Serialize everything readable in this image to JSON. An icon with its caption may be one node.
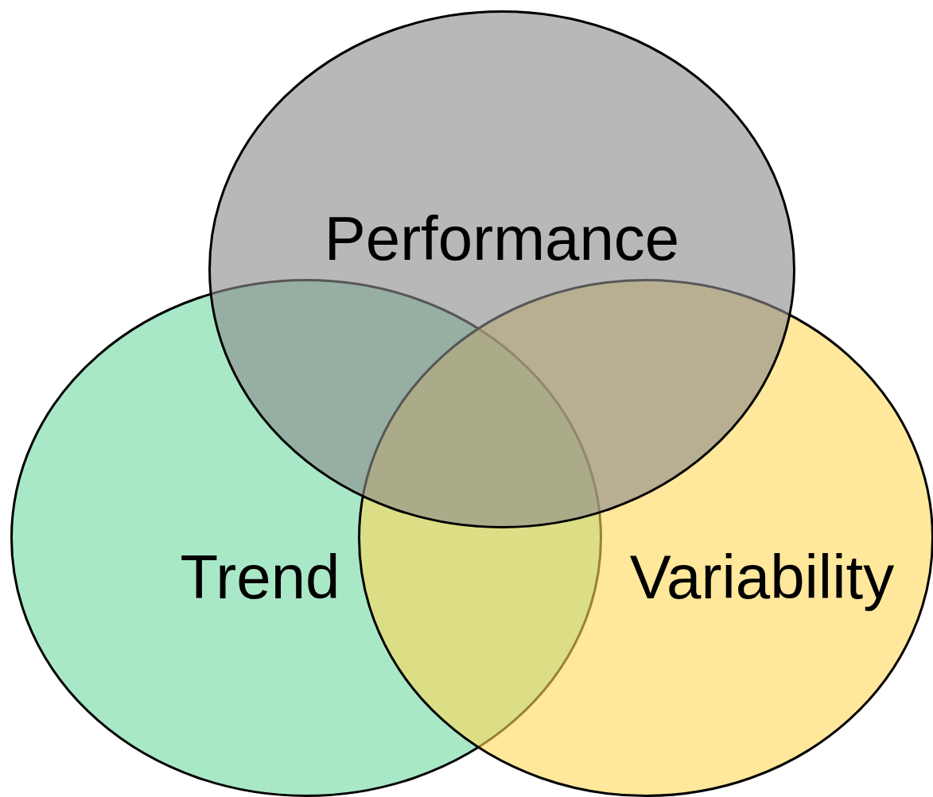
{
  "diagram": {
    "nodes": [
      {
        "text": [
          "Performance"
        ]
      },
      {
        "text": [
          "Trend"
        ]
      },
      {
        "text": [
          "Variability"
        ]
      }
    ]
  }
}
